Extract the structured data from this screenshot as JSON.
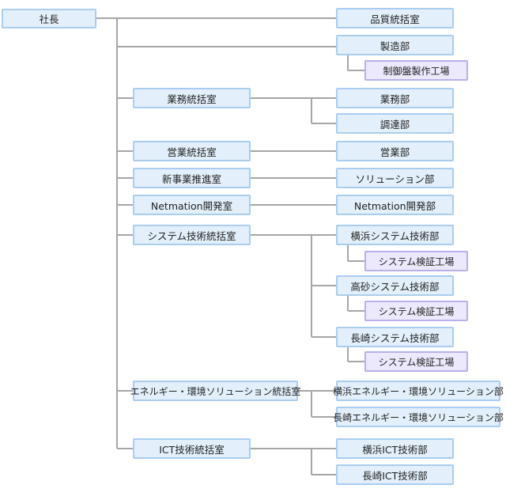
{
  "nodes": {
    "president": "社長",
    "quality": "品質統括室",
    "manufacturing": "製造部",
    "control_panel_factory": "制御盤製作工場",
    "business_office": "業務統括室",
    "business_dept": "業務部",
    "procurement_dept": "調達部",
    "sales_office": "営業統括室",
    "sales_dept": "営業部",
    "new_business_office": "新事業推進室",
    "solution_dept": "ソリューション部",
    "netmation_office": "Netmation開発室",
    "netmation_dept": "Netmation開発部",
    "system_tech_office": "システム技術統括室",
    "yokohama_system": "横浜システム技術部",
    "yokohama_system_factory": "システム検証工場",
    "takasago_system": "高砂システム技術部",
    "takasago_system_factory": "システム検証工場",
    "nagasaki_system": "長崎システム技術部",
    "nagasaki_system_factory": "システム検証工場",
    "energy_office": "エネルギー・環境ソリューション統括室",
    "yokohama_energy": "横浜エネルギー・環境ソリューション部",
    "nagasaki_energy": "長崎エネルギー・環境ソリューション部",
    "ict_office": "ICT技術統括室",
    "yokohama_ict": "横浜ICT技術部",
    "nagasaki_ict": "長崎ICT技術部"
  }
}
